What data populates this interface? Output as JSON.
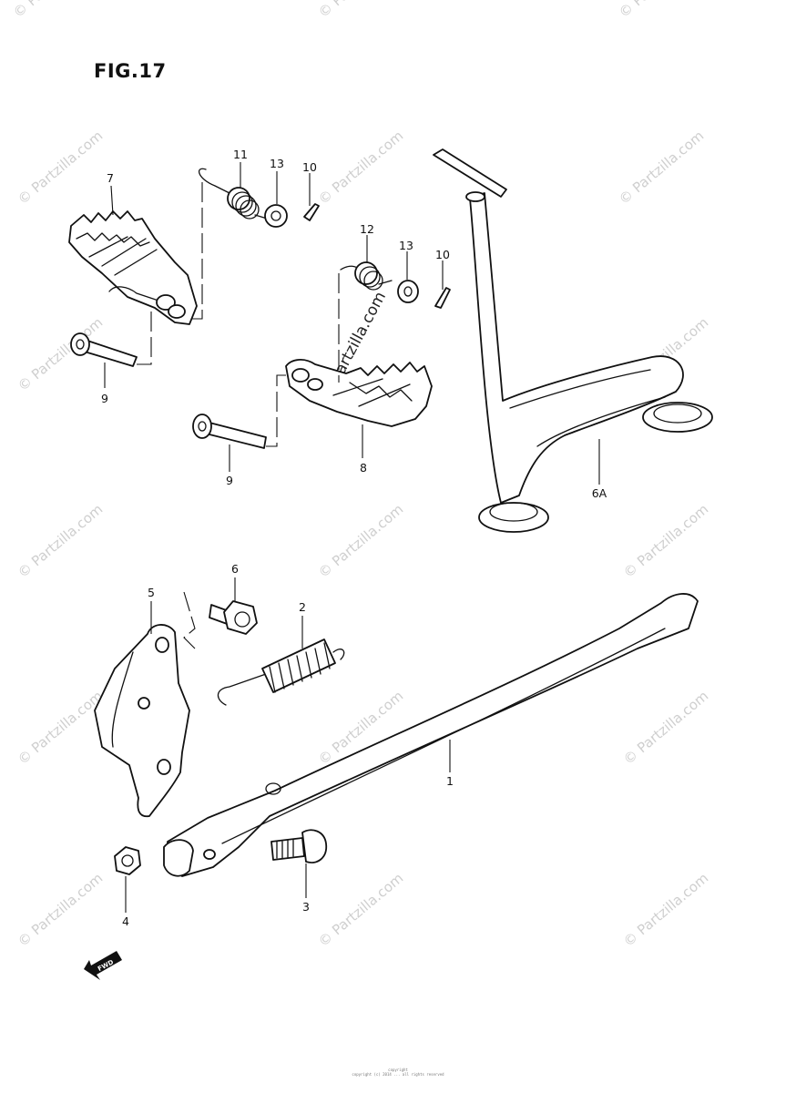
{
  "figure": {
    "title": "FIG.17"
  },
  "callouts": [
    "1",
    "2",
    "3",
    "4",
    "5",
    "6",
    "6A",
    "7",
    "8",
    "9",
    "9",
    "10",
    "10",
    "11",
    "12",
    "13",
    "13"
  ],
  "watermark": {
    "text": "© Partzilla.com"
  },
  "fwd_label": "FWD",
  "footer": {
    "line1": "copyright",
    "line2": "copyright (c) 2014 ... all rights reserved"
  }
}
